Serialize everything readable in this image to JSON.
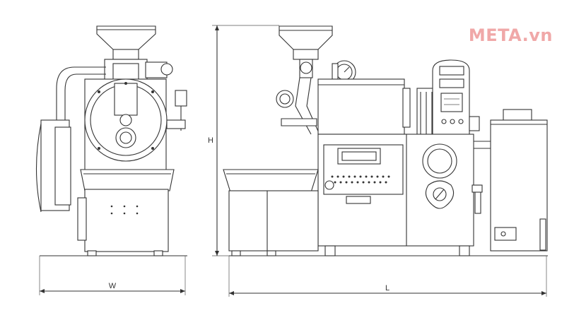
{
  "brand": {
    "logo_text": "META.vn"
  },
  "dimensions": {
    "width_label": "W",
    "height_label": "H",
    "length_label": "L"
  },
  "colors": {
    "line": "#333333",
    "logo": "#f0a8a8",
    "background": "#ffffff"
  }
}
